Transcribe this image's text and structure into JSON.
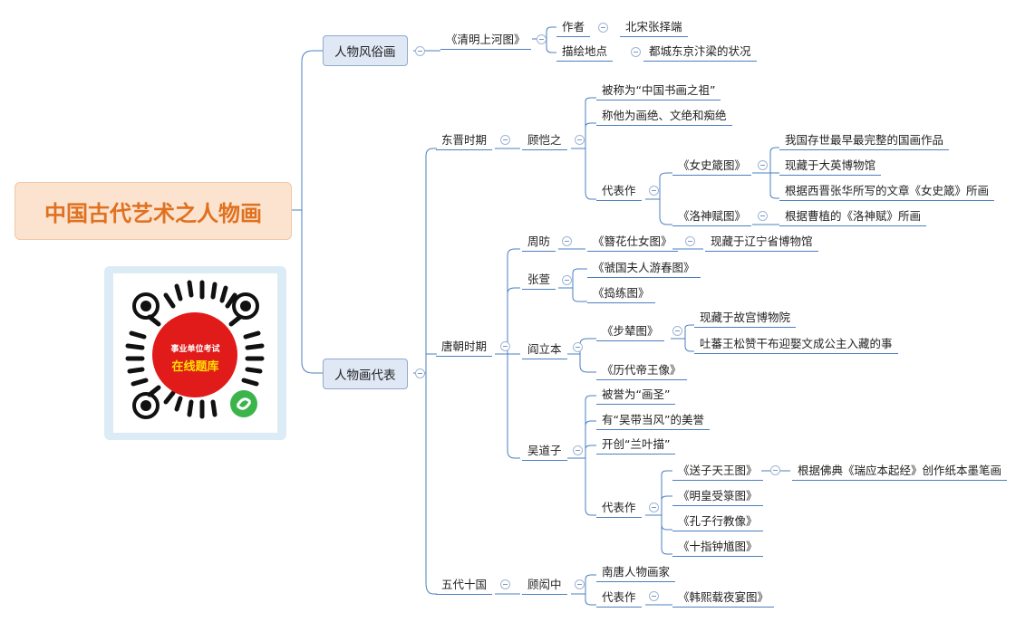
{
  "root": {
    "title": "中国古代艺术之人物画"
  },
  "qr": {
    "line1": "事业单位考试",
    "line2": "在线题库"
  },
  "branch1": {
    "label": "人物风俗画",
    "work": "《清明上河图》",
    "author_key": "作者",
    "author_val": "北宋张择端",
    "place_key": "描绘地点",
    "place_val": "都城东京汴梁的状况"
  },
  "branch2": {
    "label": "人物画代表",
    "dongjin": {
      "period": "东晋时期",
      "artist": "顾恺之",
      "fact1": "被称为“中国书画之祖”",
      "fact2": "称他为画绝、文绝和痴绝",
      "works_key": "代表作",
      "nvshi": "《女史箴图》",
      "nvshi_1": "我国存世最早最完整的国画作品",
      "nvshi_2": "现藏于大英博物馆",
      "nvshi_3": "根据西晋张华所写的文章《女史箴》所画",
      "luoshen": "《洛神赋图》",
      "luoshen_1": "根据曹植的《洛神赋》所画"
    },
    "tang": {
      "period": "唐朝时期",
      "zhoufang": "周昉",
      "zanhua": "《簪花仕女图》",
      "zanhua_1": "现藏于辽宁省博物馆",
      "zhangxuan": "张萱",
      "guoguo": "《虢国夫人游春图》",
      "daolian": "《捣练图》",
      "yanliben": "阎立本",
      "bunian": "《步辇图》",
      "bunian_1": "现藏于故宫博物院",
      "bunian_2": "吐蕃王松赞干布迎娶文成公主入藏的事",
      "lidai": "《历代帝王像》",
      "wudaozi": "吴道子",
      "wu_fact1": "被誉为“画圣”",
      "wu_fact2": "有“吴带当风”的美誉",
      "wu_fact3": "开创“兰叶描”",
      "works_key": "代表作",
      "songzi": "《送子天王图》",
      "songzi_1": "根据佛典《瑞应本起经》创作纸本墨笔画",
      "minghuang": "《明皇受箓图》",
      "kongzi": "《孔子行教像》",
      "shizhi": "《十指钟馗图》"
    },
    "wudai": {
      "period": "五代十国",
      "artist": "顾闳中",
      "fact1": "南唐人物画家",
      "works_key": "代表作",
      "hanxizai": "《韩熙载夜宴图》"
    }
  }
}
